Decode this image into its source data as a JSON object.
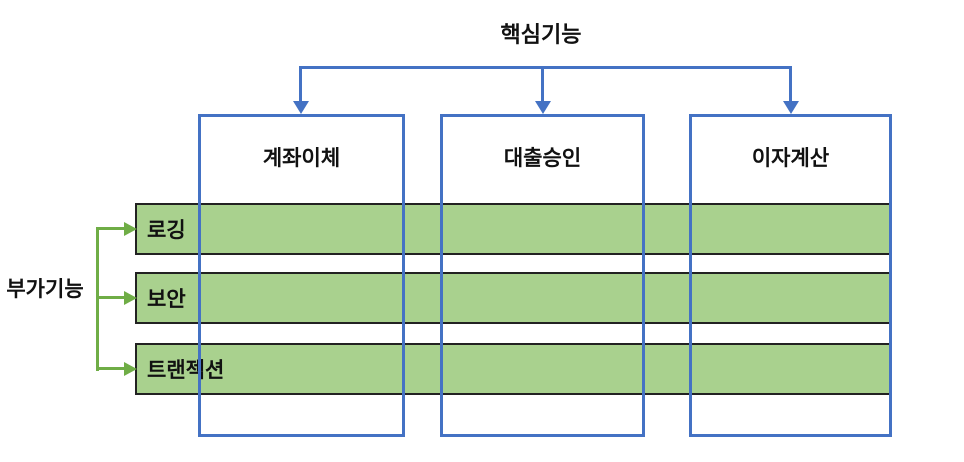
{
  "diagram": {
    "core_group_label": "핵심기능",
    "cross_group_label": "부가기능",
    "core_modules": [
      {
        "label": "계좌이체"
      },
      {
        "label": "대출승인"
      },
      {
        "label": "이자계산"
      }
    ],
    "cross_concerns": [
      {
        "label": "로깅"
      },
      {
        "label": "보안"
      },
      {
        "label": "트랜젝션"
      }
    ],
    "colors": {
      "blue": "#4472C4",
      "green_line": "#6FAD46",
      "green_fill": "#A9D18E",
      "bar_border": "#222222",
      "text": "#111111"
    }
  }
}
